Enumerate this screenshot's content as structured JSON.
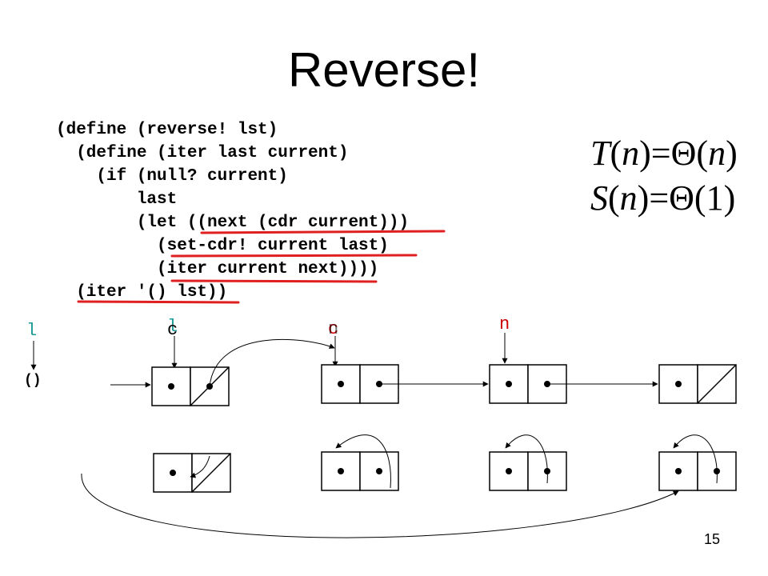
{
  "slide": {
    "title": "Reverse!",
    "page_number": "15"
  },
  "code_lines": [
    "(define (reverse! lst)",
    "  (define (iter last current)",
    "    (if (null? current)",
    "        last",
    "        (let ((next (cdr current)))",
    "          (set-cdr! current last)",
    "          (iter current next))))",
    "  (iter '() lst))"
  ],
  "complexity": {
    "time": {
      "fn": "T",
      "arg": "n",
      "eq": "=",
      "theta": "Θ",
      "inner": "n"
    },
    "space": {
      "fn": "S",
      "arg": "n",
      "eq": "=",
      "theta": "Θ",
      "inner": "1"
    }
  },
  "pointer_labels": {
    "l": "l",
    "c_overlay_first": "l",
    "c_overlay_second": "c",
    "second_overlay_a": "c",
    "second_overlay_b": "n",
    "n": "n"
  },
  "nil_label": "()",
  "colors": {
    "text": "#000000",
    "underline": "#e02020",
    "pointer_teal": "#1a9a9a",
    "pointer_red": "#cc0000"
  }
}
